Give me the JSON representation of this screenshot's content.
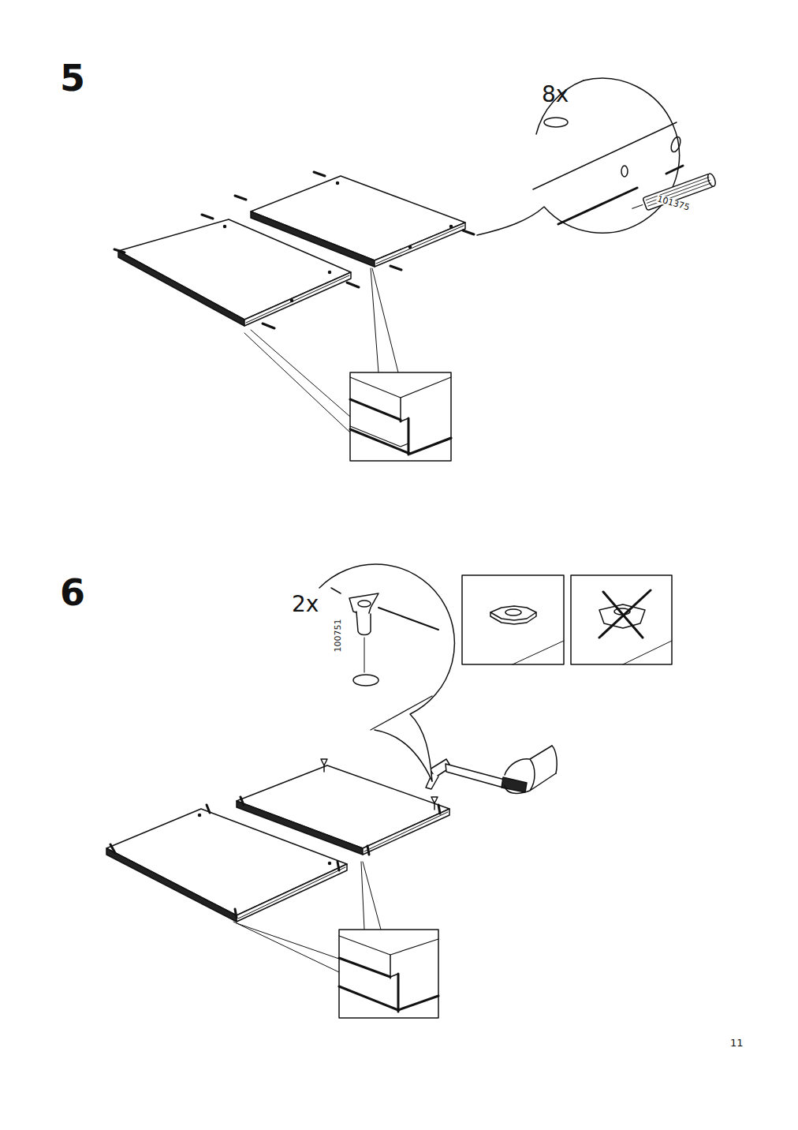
{
  "diagram": {
    "labels": [
      "5",
      "8x",
      "101375",
      "6",
      "2x",
      "100751",
      "11"
    ]
  }
}
